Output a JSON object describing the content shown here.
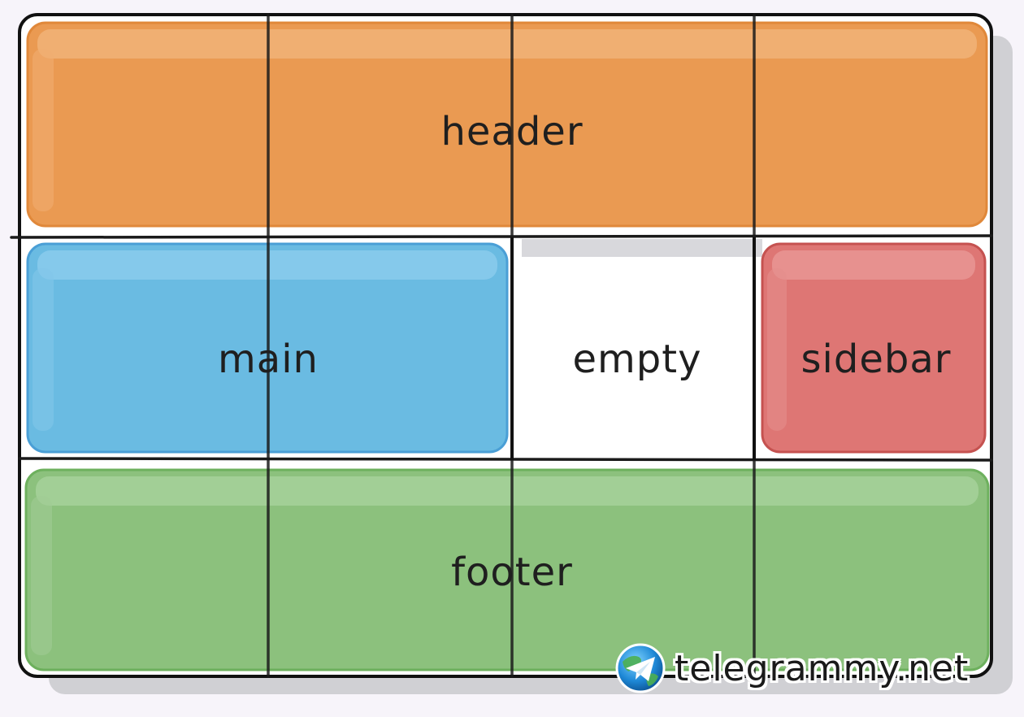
{
  "areas": {
    "header": {
      "label": "header",
      "color": "#ea9a52"
    },
    "main": {
      "label": "main",
      "color": "#6abbe2"
    },
    "empty": {
      "label": "empty",
      "color": "#ffffff"
    },
    "sidebar": {
      "label": "sidebar",
      "color": "#de7674"
    },
    "footer": {
      "label": "footer",
      "color": "#8cc17d"
    }
  },
  "watermark": {
    "text": "telegrammy.net",
    "icon": "telegram-globe-icon"
  }
}
